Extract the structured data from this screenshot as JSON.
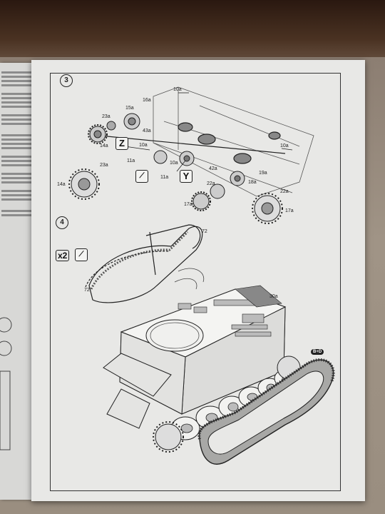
{
  "steps": [
    {
      "number": "3"
    },
    {
      "number": "4"
    }
  ],
  "labels": {
    "z": "Z",
    "y": "Y",
    "x2": "x2",
    "p14": "14a",
    "p15": "15a",
    "p16": "16a",
    "p23": "23a",
    "p23b": "23a",
    "p43": "43a",
    "p11": "11a",
    "p11b": "11a",
    "p10": "10a",
    "p10b": "10a",
    "p10c": "10a",
    "p10d": "10a",
    "p42": "42a",
    "p18": "18a",
    "p19": "19a",
    "p22": "22a",
    "p22b": "22a",
    "p17": "17a",
    "p17b": "17a",
    "p14b": "14a",
    "p72": "72",
    "p72b": "72",
    "p30": "30a",
    "bd": "B+D"
  }
}
